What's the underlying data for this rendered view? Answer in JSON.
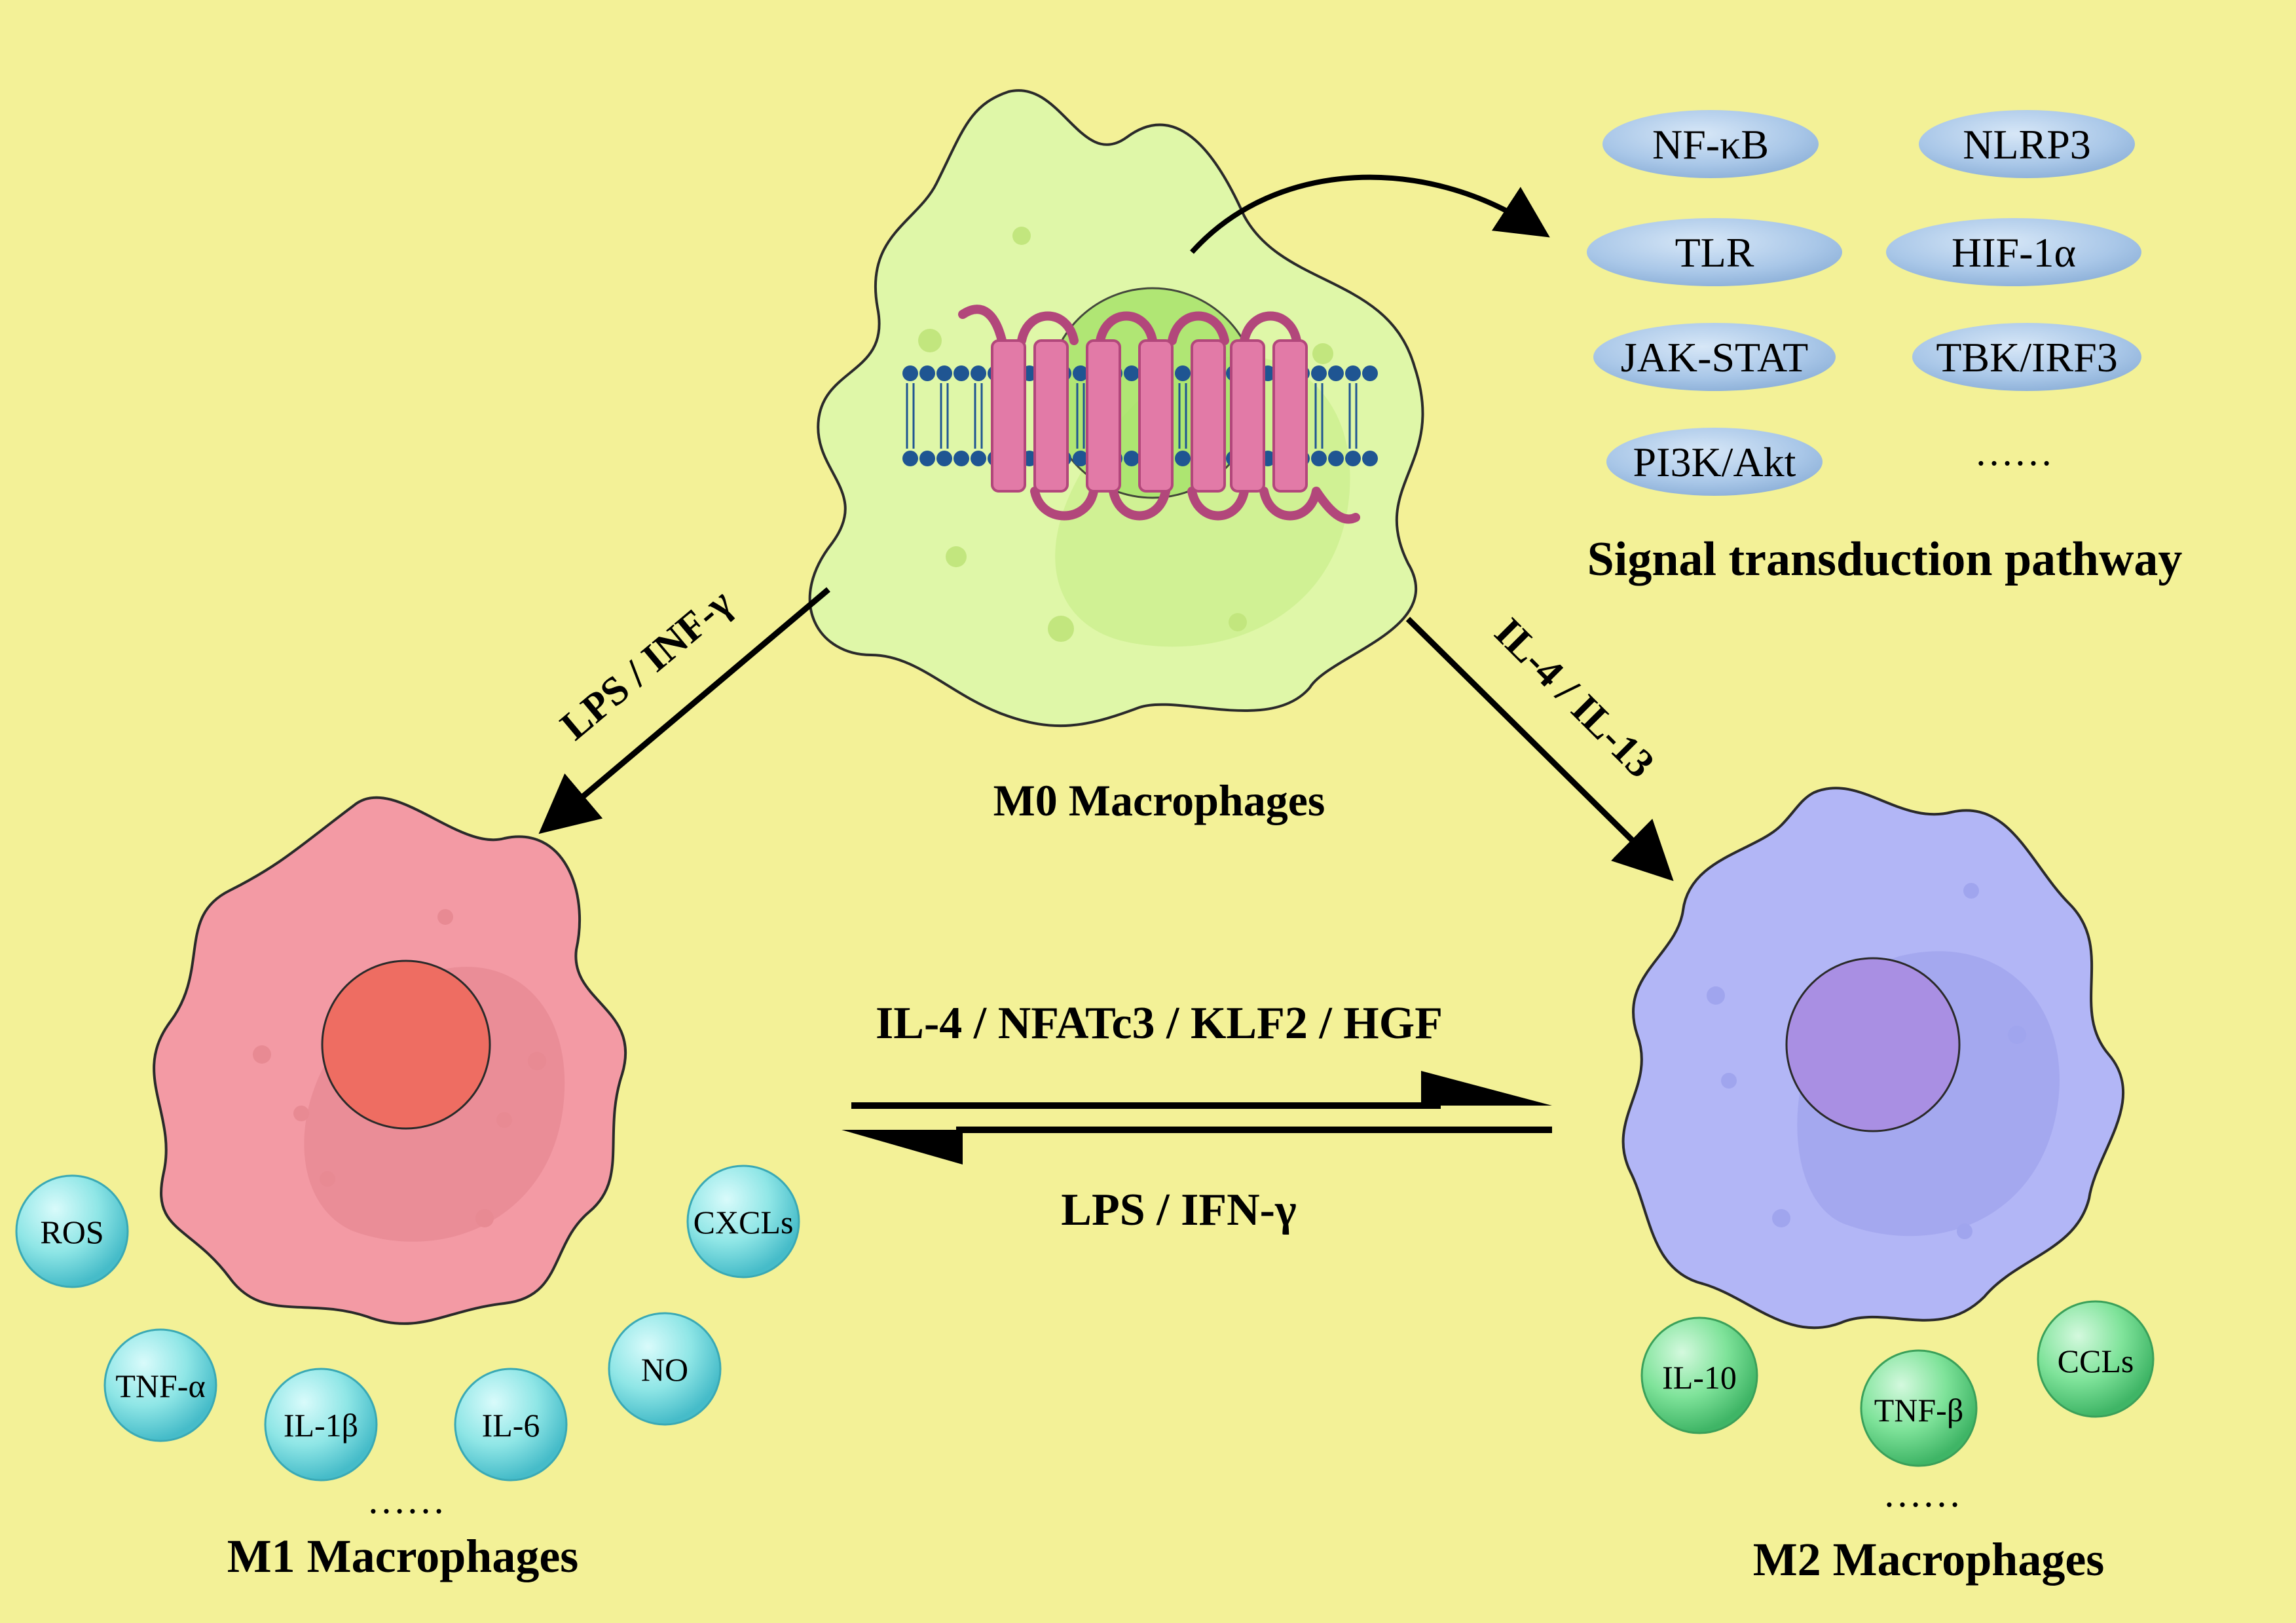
{
  "colors": {
    "background": "#f3f197",
    "m0_cell": "#dff7a8",
    "m1_cell": "#f39aa4",
    "m2_cell": "#b2b6f6",
    "cyan_bubble": "#8fe6e6",
    "green_bubble": "#7fe39a",
    "pathway_ellipse": "#a9c7e8",
    "receptor": "#e27aa7",
    "lipid_head": "#1f5592"
  },
  "m0": {
    "label": "M0 Macrophages"
  },
  "m1": {
    "label": "M1 Macrophages",
    "bubbles": [
      "ROS",
      "CXCLs",
      "TNF-α",
      "IL-1β",
      "IL-6",
      "NO"
    ],
    "more": "……"
  },
  "m2": {
    "label": "M2 Macrophages",
    "bubbles": [
      "IL-10",
      "CCLs",
      "TNF-β"
    ],
    "more": "……"
  },
  "arrows": {
    "m0_to_m1": "LPS / INF-γ",
    "m0_to_m2": "IL-4 / IL-13",
    "m1_to_m2": "IL-4 / NFATc3 / KLF2 / HGF",
    "m2_to_m1": "LPS / IFN-γ"
  },
  "pathways": {
    "title": "Signal transduction pathway",
    "items": [
      "NF-κB",
      "NLRP3",
      "TLR",
      "HIF-1α",
      "JAK-STAT",
      "TBK/IRF3",
      "PI3K/Akt"
    ],
    "more": "……"
  }
}
